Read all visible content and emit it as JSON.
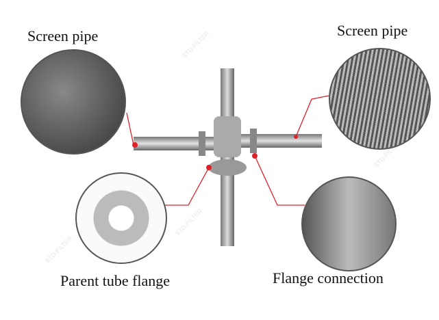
{
  "labels": {
    "top_left": "Screen pipe",
    "top_right": "Screen pipe",
    "bottom_left": "Parent tube flange",
    "bottom_right": "Flange connection"
  },
  "watermark": "STD-FILTER",
  "colors": {
    "callout": "#e0202a"
  }
}
